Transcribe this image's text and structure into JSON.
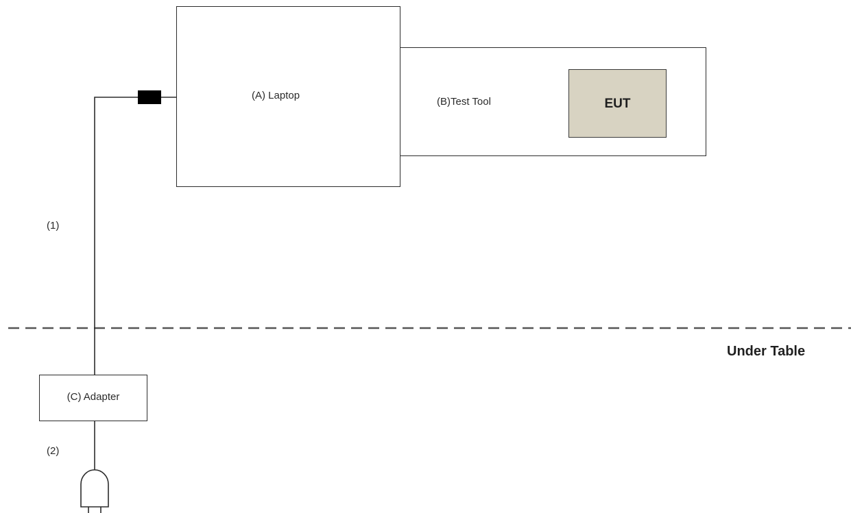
{
  "nodes": {
    "laptop": {
      "label": "(A) Laptop"
    },
    "test_tool": {
      "label": "(B)Test Tool"
    },
    "eut": {
      "label": "EUT",
      "fill_color": "#d8d3c2"
    },
    "adapter": {
      "label": "(C) Adapter"
    }
  },
  "cables": {
    "cable_1": {
      "label": "(1)"
    },
    "cable_2": {
      "label": "(2)"
    }
  },
  "zones": {
    "under_table": {
      "label": "Under Table"
    }
  },
  "colors": {
    "line": "#2b2b2b",
    "dashed_separator": "#555555",
    "connector": "#000000"
  }
}
